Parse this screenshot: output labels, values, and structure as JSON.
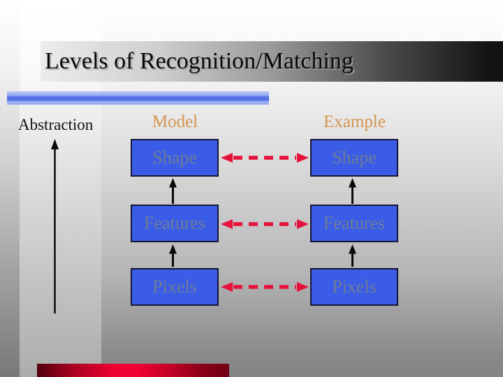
{
  "slide": {
    "title": "Levels of Recognition/Matching",
    "axis_label": "Abstraction",
    "columns": [
      {
        "header": "Model",
        "boxes": [
          "Shape",
          "Features",
          "Pixels"
        ]
      },
      {
        "header": "Example",
        "boxes": [
          "Shape",
          "Features",
          "Pixels"
        ]
      }
    ],
    "colors": {
      "box_fill": "#3b5ce7",
      "box_border": "#151533",
      "box_text": "#6e7d96",
      "header_text": "#d5944d",
      "match_arrow_red": "#e6123c",
      "structure_arrow_black": "#0a0a0a",
      "title_underline_blue": "#5571e8",
      "bottom_bar_red": "#ee0033",
      "banner_gradient_end": "#131313"
    }
  }
}
